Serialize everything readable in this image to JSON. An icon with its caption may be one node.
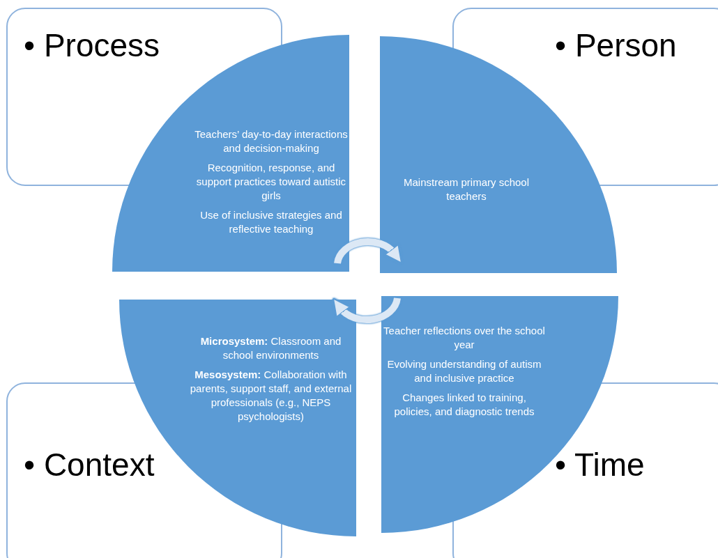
{
  "diagram": {
    "nodes": [
      {
        "text": [
          "• Process"
        ]
      },
      {
        "text": [
          "• Person"
        ]
      },
      {
        "text": [
          "• Context"
        ]
      },
      {
        "text": [
          "• Time"
        ]
      },
      {
        "text": [
          "Teachers’ day-to-day interactions and decision-making",
          "Recognition, response, and support practices toward autistic girls",
          "Use of inclusive strategies and reflective teaching"
        ]
      },
      {
        "text": [
          "Mainstream primary school teachers"
        ]
      },
      {
        "text": [
          "**Microsystem:** Classroom and school environments",
          "**Mesosystem:** Collaboration with parents, support staff, and external professionals (e.g., NEPS psychologists)"
        ]
      },
      {
        "text": [
          "Teacher reflections over the school year",
          "Evolving understanding of autism and inclusive practice",
          "Changes linked to training, policies, and diagnostic trends"
        ]
      }
    ],
    "edges": [
      {
        "from": 4,
        "to": 5,
        "arrow": "to"
      },
      {
        "from": 7,
        "to": 6,
        "arrow": "to"
      }
    ]
  }
}
